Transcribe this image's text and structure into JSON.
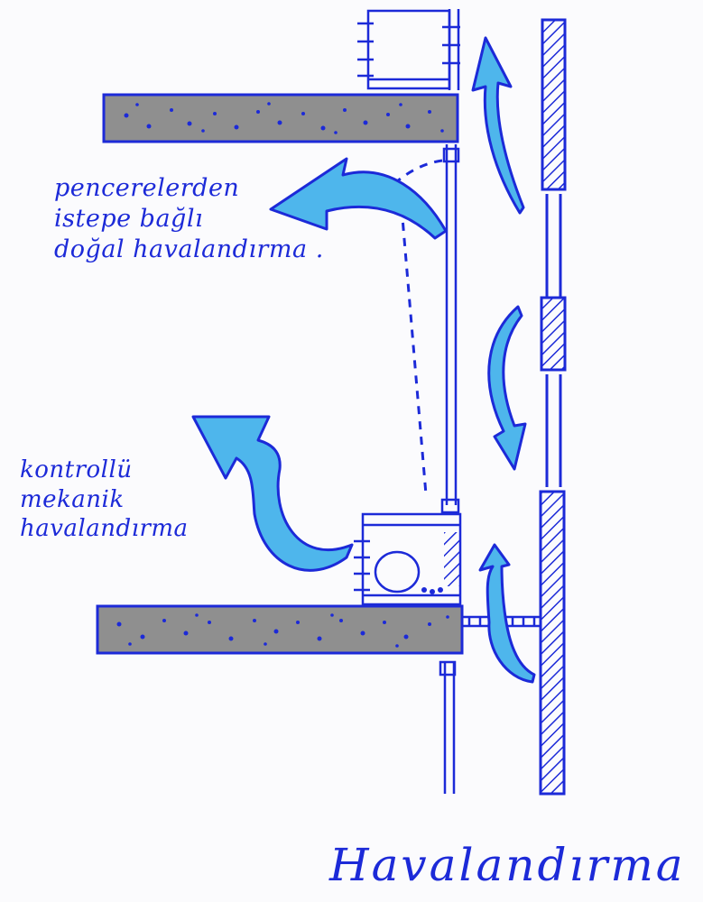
{
  "labels": {
    "natural_ventilation": [
      "pencerelerden",
      "istepe bağlı",
      "doğal havalandırma ."
    ],
    "mechanical_ventilation": [
      "kontrollü",
      "mekanik",
      "havalandırma"
    ],
    "title": "Havalandırma"
  },
  "colors": {
    "ink": "#1c2ad8",
    "arrow_fill": "#4eb6ec",
    "slab_fill": "#8f8f8f",
    "paper": "#fbfbfd"
  }
}
